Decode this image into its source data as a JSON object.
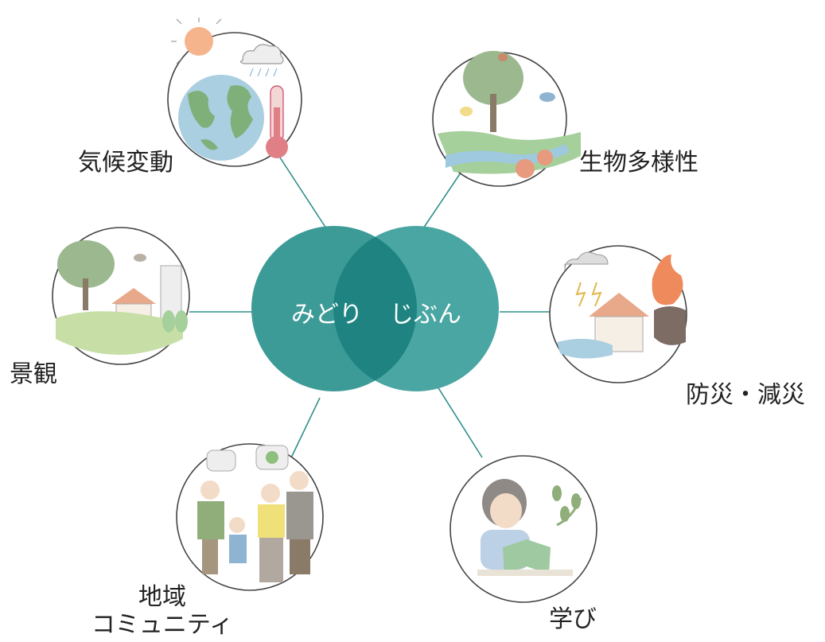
{
  "center": {
    "left_label": "みどり",
    "right_label": "じぶん",
    "left_color": "#3d9b97",
    "right_color": "#4aa6a3",
    "overlap_color": "#1f8481"
  },
  "connector_color": "#2f8f8c",
  "topics": [
    {
      "id": "climate",
      "label": "気候変動",
      "icon": "earth-sun-thermometer-icon"
    },
    {
      "id": "biodiversity",
      "label": "生物多様性",
      "icon": "tree-bird-river-icon"
    },
    {
      "id": "landscape",
      "label": "景観",
      "icon": "tree-house-building-icon"
    },
    {
      "id": "disaster",
      "label": "防災・減災",
      "icon": "house-storm-fire-icon"
    },
    {
      "id": "community",
      "label_line1": "地域",
      "label_line2": "コミュニティ",
      "icon": "family-group-icon"
    },
    {
      "id": "learning",
      "label": "学び",
      "icon": "person-reading-icon"
    }
  ]
}
